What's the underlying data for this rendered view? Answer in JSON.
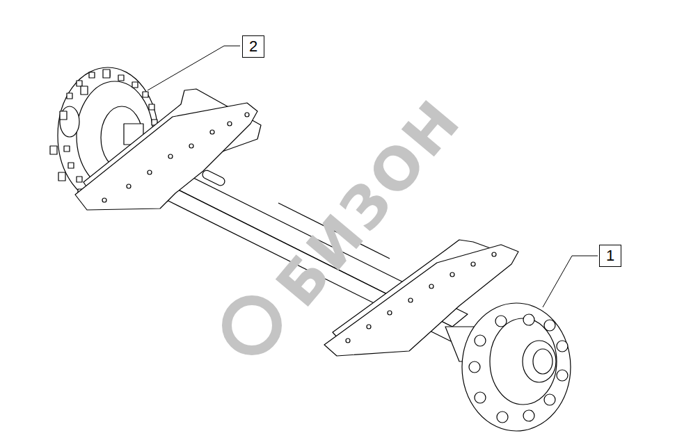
{
  "diagram": {
    "nodes": [
      {
        "text": [
          "2"
        ]
      },
      {
        "text": [
          "1"
        ]
      }
    ],
    "labels": [
      "БИЗОН"
    ]
  }
}
